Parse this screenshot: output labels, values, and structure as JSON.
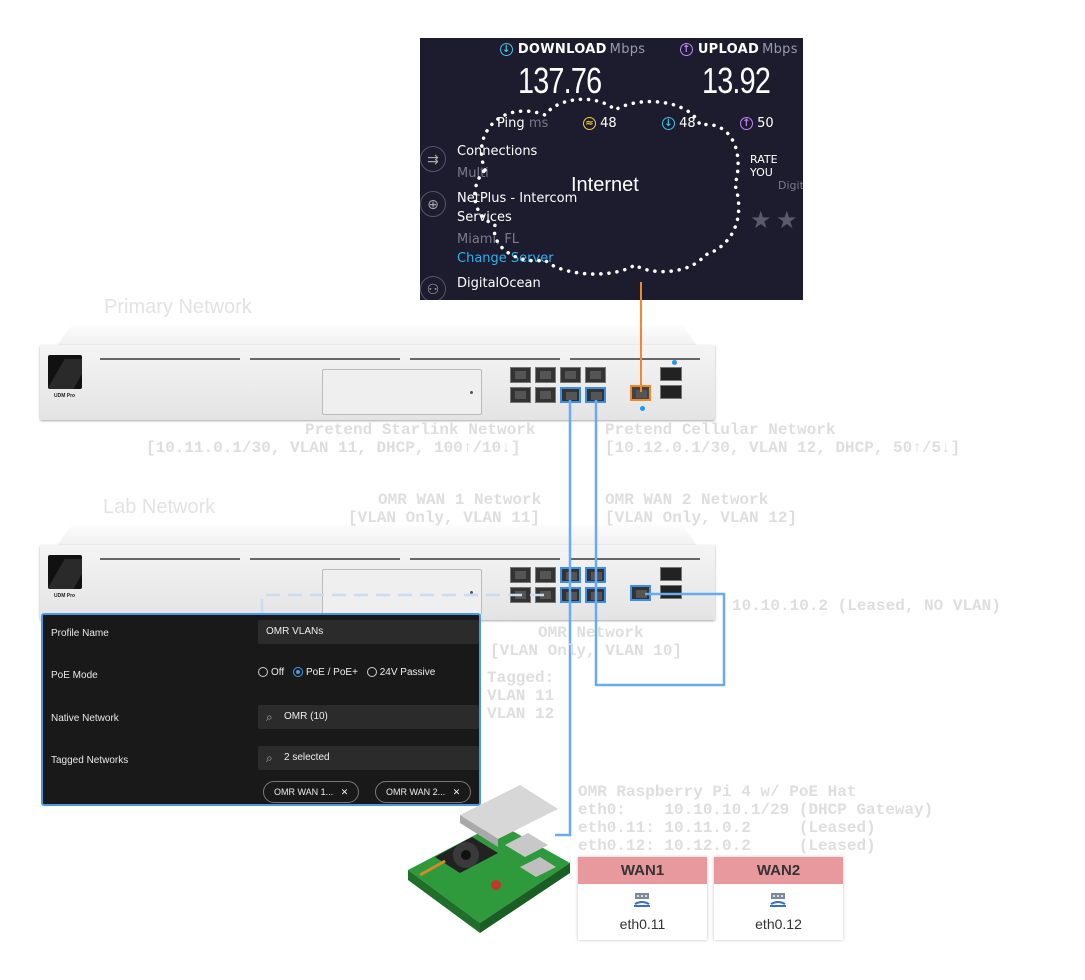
{
  "speedtest": {
    "download_label": "DOWNLOAD",
    "upload_label": "UPLOAD",
    "unit": "Mbps",
    "download_value": "137.76",
    "upload_value": "13.92",
    "ping_label": "Ping",
    "ping_unit": "ms",
    "ping_idle": "48",
    "ping_down": "48",
    "ping_up": "50",
    "connections_label": "Connections",
    "connections_value": "Multi",
    "host_line1": "NetPlus - Intercom",
    "host_line2": "Services",
    "location": "Miami, FL",
    "change_server": "Change Server",
    "provider": "DigitalOcean",
    "rate_label": "RATE YOU",
    "rate_sub": "Digit"
  },
  "cloud_label": "Internet",
  "primary_network_label": "Primary Network",
  "lab_network_label": "Lab Network",
  "device_model": "UDM Pro",
  "network_annotations": {
    "starlink_line1": "Pretend Starlink Network",
    "starlink_line2": "[10.11.0.1/30, VLAN 11, DHCP, 100↑/10↓]",
    "cellular_line1": "Pretend Cellular Network",
    "cellular_line2": "[10.12.0.1/30, VLAN 12, DHCP, 50↑/5↓]",
    "omr_wan1_line1": "OMR WAN 1 Network",
    "omr_wan1_line2": "[VLAN Only, VLAN 11]",
    "omr_wan2_line1": "OMR WAN 2 Network",
    "omr_wan2_line2": "[VLAN Only, VLAN 12]",
    "leased_ip": "10.10.10.2 (Leased, NO VLAN)",
    "omr_net_line1": "OMR Network",
    "omr_net_line2": "[VLAN Only, VLAN 10]",
    "tagged_line1": "Tagged:",
    "tagged_line2": "VLAN 11",
    "tagged_line3": "VLAN 12",
    "pi_line1": "OMR Raspberry Pi 4 w/ PoE Hat",
    "pi_line2": "eth0:    10.10.10.1/29 (DHCP Gateway)",
    "pi_line3": "eth0.11: 10.11.0.2     (Leased)",
    "pi_line4": "eth0.12: 10.12.0.2     (Leased)"
  },
  "profile": {
    "profile_name_label": "Profile Name",
    "profile_name_value": "OMR VLANs",
    "poe_mode_label": "PoE Mode",
    "poe_options": [
      "Off",
      "PoE / PoE+",
      "24V Passive"
    ],
    "poe_selected": "PoE / PoE+",
    "native_network_label": "Native Network",
    "native_network_value": "OMR (10)",
    "tagged_networks_label": "Tagged Networks",
    "tagged_networks_value": "2 selected",
    "chips": [
      "OMR WAN 1...",
      "OMR WAN 2..."
    ]
  },
  "wan_interfaces": [
    {
      "name": "WAN1",
      "device": "eth0.11"
    },
    {
      "name": "WAN2",
      "device": "eth0.12"
    }
  ],
  "colors": {
    "link_blue": "#6aaaf0",
    "uplink_orange": "#f0892a",
    "wan_header": "#e8999d",
    "label_gray": "#dedede"
  }
}
